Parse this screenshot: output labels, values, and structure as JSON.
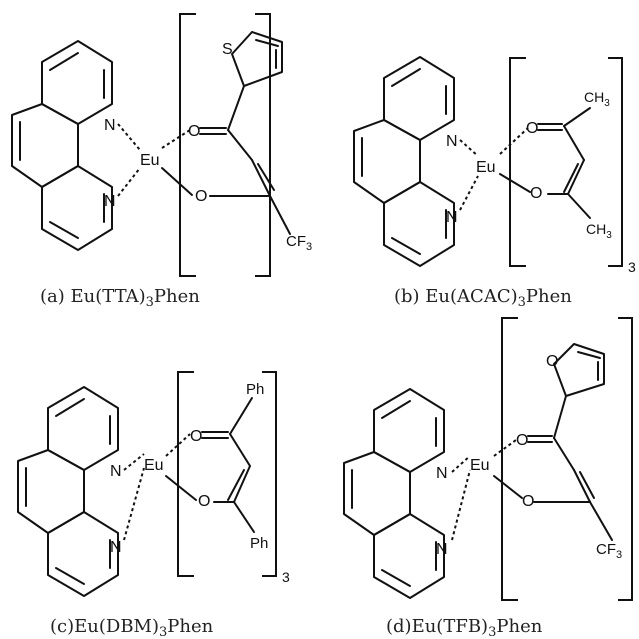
{
  "panels": [
    {
      "id": "a",
      "caption_prefix": "(a) Eu(TTA)",
      "caption_sub": "3",
      "caption_suffix": "Phen",
      "metal": "Eu",
      "donor_N": "N",
      "ligand_O": "O",
      "substituent_top": "S",
      "substituent_bottom": "CF",
      "substituent_bottom_sub": "3",
      "bracket_index": ""
    },
    {
      "id": "b",
      "caption_prefix": "(b) Eu(ACAC)",
      "caption_sub": "3",
      "caption_suffix": "Phen",
      "metal": "Eu",
      "donor_N": "N",
      "ligand_O": "O",
      "substituent_top": "CH",
      "substituent_top_sub": "3",
      "substituent_bottom": "CH",
      "substituent_bottom_sub": "3",
      "bracket_index": "3"
    },
    {
      "id": "c",
      "caption_prefix": "(c)Eu(DBM)",
      "caption_sub": "3",
      "caption_suffix": "Phen",
      "metal": "Eu",
      "donor_N": "N",
      "ligand_O": "O",
      "substituent_top": "Ph",
      "substituent_bottom": "Ph",
      "bracket_index": "3"
    },
    {
      "id": "d",
      "caption_prefix": "(d)Eu(TFB)",
      "caption_sub": "3",
      "caption_suffix": "Phen",
      "metal": "Eu",
      "donor_N": "N",
      "ligand_O": "O",
      "substituent_top": "O",
      "substituent_bottom": "CF",
      "substituent_bottom_sub": "3",
      "bracket_index": ""
    }
  ]
}
